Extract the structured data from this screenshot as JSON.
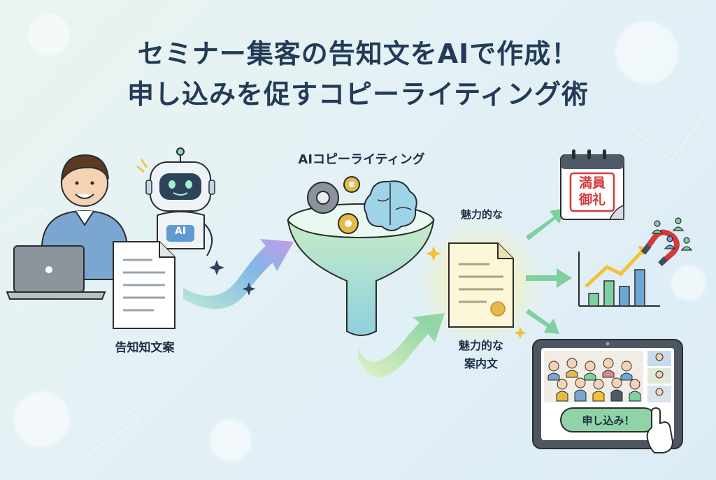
{
  "title_line1": "セミナー集客の告知文をAIで作成！",
  "title_line2": "申し込みを促すコピーライティング術",
  "labels": {
    "source_doc": "告知知文案",
    "funnel": "AIコピーライティング",
    "attractive": "魅力的な",
    "output_doc_line1": "魅力的な",
    "output_doc_line2": "案内文"
  },
  "robot_badge": "AI",
  "calendar_text_line1": "満員",
  "calendar_text_line2": "御礼",
  "signup_button": "申し込み！",
  "colors": {
    "title": "#233b57",
    "accent_green": "#7ed3a6",
    "accent_blue": "#6aa8d8",
    "calendar_red": "#d23b3b",
    "funnel": "#bfe6c6"
  }
}
